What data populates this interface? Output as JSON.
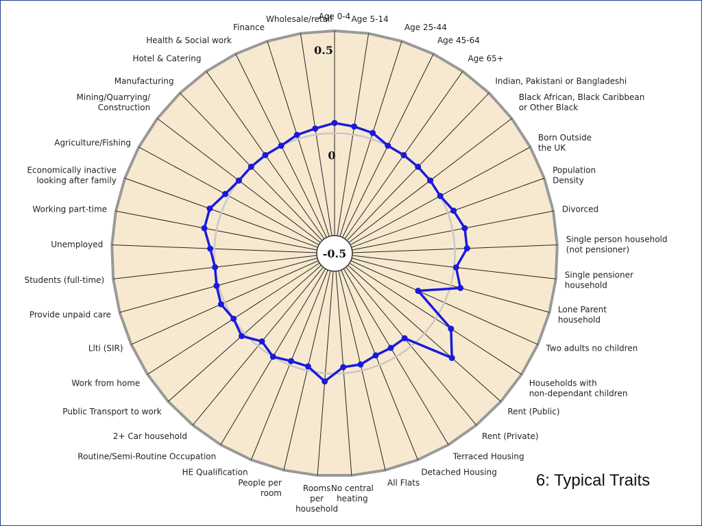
{
  "slide_title": "6: Typical Traits",
  "colors": {
    "radar_fill": "#f7e9cf",
    "series_line": "#1a1adb",
    "reference_ring": "#c8c8c8",
    "outer_ring": "#999999",
    "spoke": "#222222"
  },
  "chart_data": {
    "type": "radar",
    "title": "",
    "rlim": [
      -0.5,
      0.5
    ],
    "tick_labels": [
      "0.5",
      "0",
      "-0.5"
    ],
    "reference_value": 0,
    "categories": [
      "Age 0-4",
      "Age 5-14",
      "Age 25-44",
      "Age 45-64",
      "Age 65+",
      "Indian, Pakistani or Bangladeshi",
      "Black African, Black Caribbean or Other Black",
      "Born Outside the UK",
      "Population Density",
      "Divorced",
      "Single person household (not pensioner)",
      "Single pensioner household",
      "Lone Parent household",
      "Two adults no children",
      "Households with non-dependant children",
      "Rent (Public)",
      "Rent (Private)",
      "Terraced Housing",
      "Detached Housing",
      "All Flats",
      "No central heating",
      "Rooms per household",
      "People per room",
      "HE Qualification",
      "Routine/Semi-Routine Occupation",
      "2+ Car household",
      "Public Transport to work",
      "Work from home",
      "Llti (SIR)",
      "Provide unpaid care",
      "Students (full-time)",
      "Unemployed",
      "Working part-time",
      "Economically inactive looking after family",
      "Agriculture/Fishing",
      "Mining/Quarrying/ Construction",
      "Manufacturing",
      "Hotel & Catering",
      "Health & Social work",
      "Finance",
      "Wholesale/retail"
    ],
    "label_lines": [
      [
        "Age 0-4"
      ],
      [
        "Age 5-14"
      ],
      [
        "Age 25-44"
      ],
      [
        "Age 45-64"
      ],
      [
        "Age 65+"
      ],
      [
        "Indian, Pakistani or Bangladeshi"
      ],
      [
        "Black African, Black Caribbean",
        "or Other Black"
      ],
      [
        "Born Outside",
        "the UK"
      ],
      [
        "Population",
        "Density"
      ],
      [
        "Divorced"
      ],
      [
        "Single person household",
        "(not pensioner)"
      ],
      [
        "Single pensioner",
        "household"
      ],
      [
        "Lone Parent",
        "household"
      ],
      [
        "Two adults no children"
      ],
      [
        "Households with",
        "non-dependant children"
      ],
      [
        "Rent (Public)"
      ],
      [
        "Rent (Private)"
      ],
      [
        "Terraced Housing"
      ],
      [
        "Detached Housing"
      ],
      [
        "All Flats"
      ],
      [
        "No central",
        "heating"
      ],
      [
        "Rooms",
        "per",
        "household"
      ],
      [
        "People per",
        "room"
      ],
      [
        "HE Qualification"
      ],
      [
        "Routine/Semi-Routine Occupation"
      ],
      [
        "2+ Car household"
      ],
      [
        "Public Transport to work"
      ],
      [
        "Work from home"
      ],
      [
        "Llti (SIR)"
      ],
      [
        "Provide unpaid care"
      ],
      [
        "Students (full-time)"
      ],
      [
        "Unemployed"
      ],
      [
        "Working part-time"
      ],
      [
        "Economically inactive",
        "looking after family"
      ],
      [
        "Agriculture/Fishing"
      ],
      [
        "Mining/Quarrying/",
        "Construction"
      ],
      [
        "Manufacturing"
      ],
      [
        "Hotel & Catering"
      ],
      [
        "Health & Social work"
      ],
      [
        "Finance"
      ],
      [
        "Wholesale/retail"
      ]
    ],
    "series": [
      {
        "values": [
          0.05,
          0.04,
          0.03,
          0.0,
          0.0,
          0.0,
          0.0,
          0.0,
          0.03,
          0.06,
          0.06,
          0.01,
          0.05,
          -0.14,
          0.09,
          0.18,
          -0.05,
          -0.05,
          -0.05,
          -0.03,
          -0.03,
          0.04,
          -0.02,
          -0.02,
          0.0,
          -0.03,
          0.02,
          0.0,
          0.02,
          0.01,
          0.0,
          0.02,
          0.06,
          0.06,
          0.02,
          0.0,
          0.0,
          0.0,
          0.0,
          0.02,
          0.03
        ]
      }
    ]
  }
}
